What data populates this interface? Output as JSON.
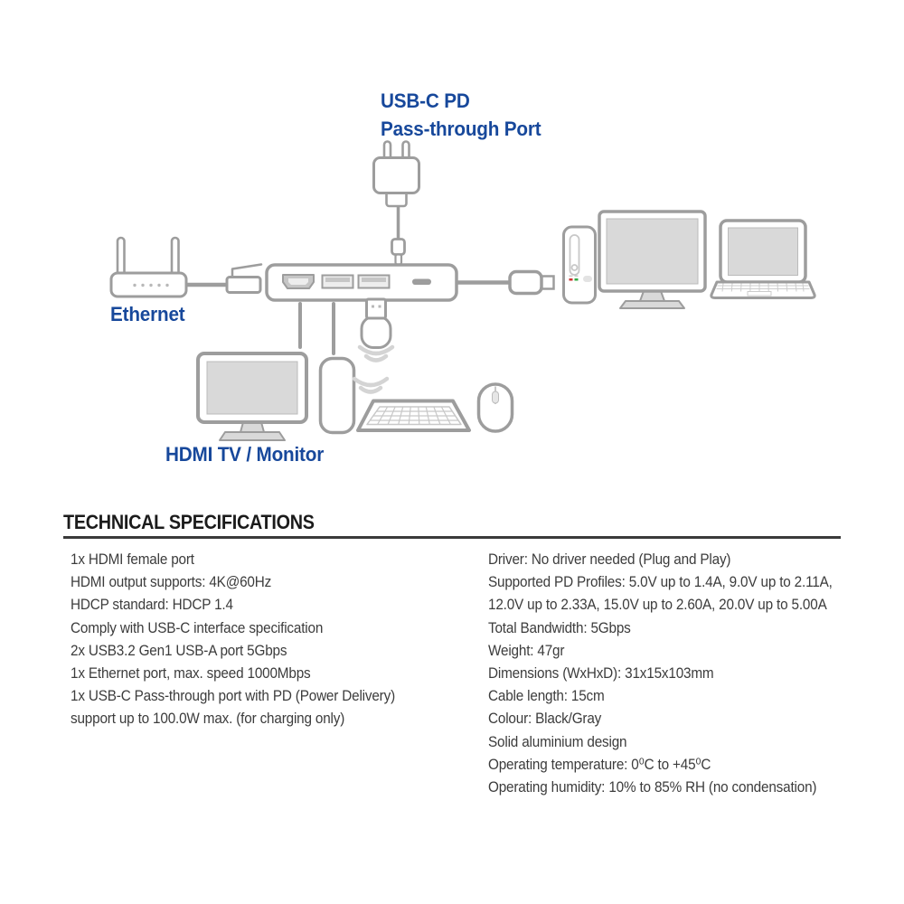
{
  "colors": {
    "label_blue": "#17489b",
    "diagram_line_gray": "#9d9d9d",
    "screen_fill_gray": "#d9d9d9",
    "wifi_wave_gray": "#d4d4d4",
    "heading_black": "#1b1b1b",
    "spec_text_gray": "#3c3c3c"
  },
  "diagram": {
    "usb_c_pd_label": "USB-C PD\nPass-through Port",
    "ethernet_label": "Ethernet",
    "hdmi_label": "HDMI TV / Monitor",
    "icons": [
      "power-adapter-icon",
      "usb-c-connector-icon",
      "router-icon",
      "ethernet-cable-icon",
      "usb-hub-icon",
      "hdmi-port-icon",
      "usb-a-port-icon",
      "usb-c-port-icon",
      "usb-c-cable-icon",
      "desktop-tower-icon",
      "desktop-monitor-icon",
      "laptop-icon",
      "hdmi-monitor-icon",
      "portable-drive-icon",
      "wireless-dongle-icon",
      "wifi-waves-icon",
      "keyboard-icon",
      "mouse-icon"
    ]
  },
  "specs": {
    "heading": "TECHNICAL SPECIFICATIONS",
    "left_column": [
      "1x HDMI female port",
      "HDMI output supports: 4K@60Hz",
      "HDCP standard: HDCP 1.4",
      "Comply with USB-C interface specification",
      "2x USB3.2 Gen1 USB-A port 5Gbps",
      "1x Ethernet port, max. speed 1000Mbps",
      "1x USB-C Pass-through port with PD (Power Delivery)",
      "support up to 100.0W max. (for charging only)"
    ],
    "right_column": [
      "Driver: No driver needed (Plug and Play)",
      "Supported PD Profiles: 5.0V up to 1.4A, 9.0V up to 2.11A,",
      "12.0V up to 2.33A, 15.0V up to 2.60A, 20.0V up to 5.00A",
      "Total Bandwidth: 5Gbps",
      "Weight: 47gr",
      "Dimensions (WxHxD): 31x15x103mm",
      "Cable length: 15cm",
      "Colour: Black/Gray",
      "Solid aluminium design",
      "Operating temperature: 0⁰C to +45⁰C",
      "Operating humidity: 10% to 85% RH (no condensation)"
    ]
  }
}
